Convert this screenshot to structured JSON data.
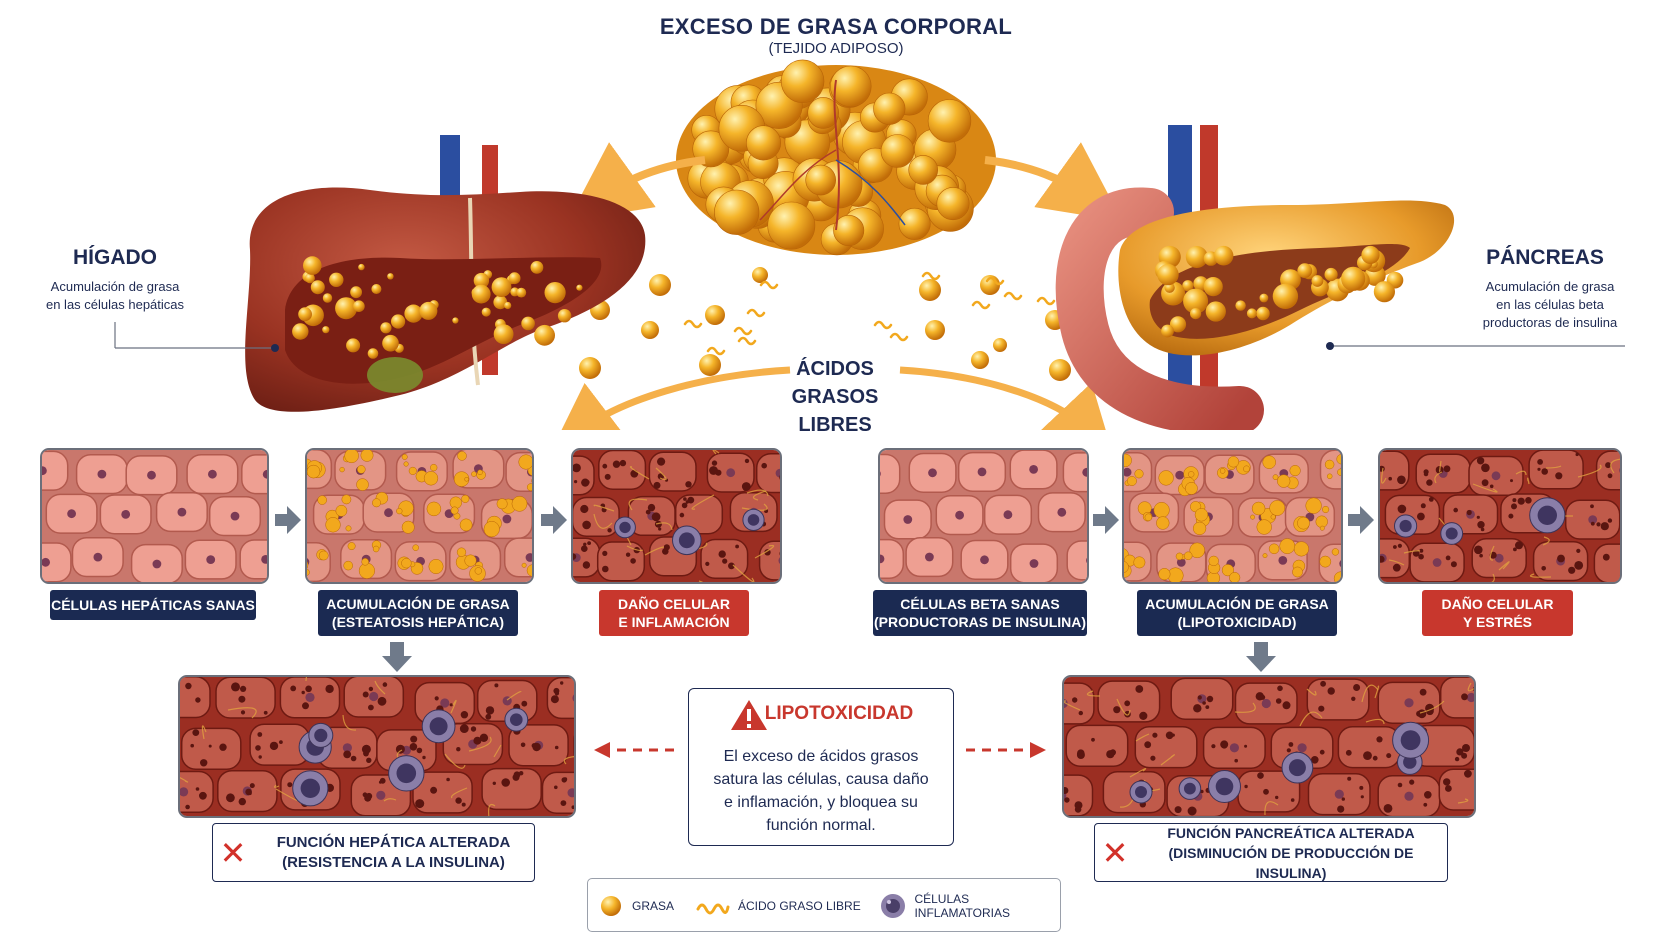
{
  "header": {
    "title": "EXCESO DE GRASA CORPORAL",
    "subtitle": "(TEJIDO ADIPOSO)"
  },
  "ffa_label": {
    "line1": "ÁCIDOS",
    "line2": "GRASOS LIBRES"
  },
  "liver": {
    "title": "HÍGADO",
    "desc_line1": "Acumulación de grasa",
    "desc_line2": "en las células hepáticas"
  },
  "pancreas": {
    "title": "PÁNCREAS",
    "desc_line1": "Acumulación de grasa",
    "desc_line2": "en las células beta",
    "desc_line3": "productoras de insulina"
  },
  "liver_steps": [
    {
      "line1": "CÉLULAS HEPÁTICAS SANAS",
      "line2": ""
    },
    {
      "line1": "ACUMULACIÓN DE GRASA",
      "line2": "(ESTEATOSIS HEPÁTICA)"
    },
    {
      "line1": "DAÑO CELULAR",
      "line2": "E INFLAMACIÓN"
    }
  ],
  "pancreas_steps": [
    {
      "line1": "CÉLULAS BETA SANAS",
      "line2": "(PRODUCTORAS DE INSULINA)"
    },
    {
      "line1": "ACUMULACIÓN DE GRASA",
      "line2": "(LIPOTOXICIDAD)"
    },
    {
      "line1": "DAÑO CELULAR",
      "line2": "Y ESTRÉS"
    }
  ],
  "liver_result": {
    "line1": "FUNCIÓN HEPÁTICA ALTERADA",
    "line2": "(RESISTENCIA A LA INSULINA)"
  },
  "pancreas_result": {
    "line1": "FUNCIÓN PANCREÁTICA ALTERADA",
    "line2": "(DISMINUCIÓN DE PRODUCCIÓN DE INSULINA)"
  },
  "lipotoxicity": {
    "title": "LIPOTOXICIDAD",
    "line1": "El exceso de ácidos grasos",
    "line2": "satura las células, causa daño",
    "line3": "e inflamación, y bloquea su",
    "line4": "función normal."
  },
  "legend": {
    "fat": "GRASA",
    "ffa": "ÁCIDO GRASO LIBRE",
    "inflammatory": "CÉLULAS INFLAMATORIAS"
  },
  "icons": {
    "warning": "warning-triangle-icon",
    "cross": "red-x-icon",
    "step_arrow": "gray-arrow-right-icon",
    "down_arrow": "gray-arrow-down-icon"
  },
  "colors": {
    "navy": "#1b2a52",
    "red": "#c8372d",
    "fat": "#f2a81d",
    "arrow_orange": "#f5b04a"
  }
}
